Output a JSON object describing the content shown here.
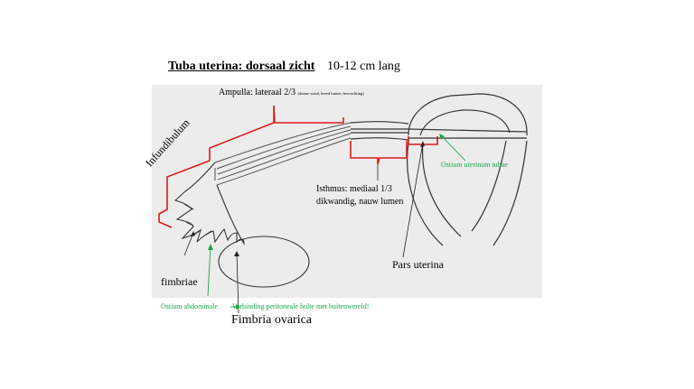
{
  "title": "Tuba uterina: dorsaal zicht",
  "subtitle": "10-12 cm lang",
  "labels": {
    "ampulla": "Ampulla: lateraal 2/3",
    "ampulla_note": "(dunne wand, breed lumen, bevruchting)",
    "infundibulum": "Infundibulum",
    "isthmus_line1": "Isthmus: mediaal 1/3",
    "isthmus_line2": "dikwandig, nauw lumen",
    "pars_uterina": "Pars uterina",
    "fimbriae": "fimbriae",
    "fimbria_ovarica": "Fimbria ovarica",
    "ostium_uterinum": "Ostium uterinum tubae",
    "ostium_abdominale": "Ostium abdominale",
    "connection_note": "Verbinding peritoneale holte met buitenwereld!"
  },
  "colors": {
    "bracket": "#e0191b",
    "pointer_green": "#1aa64a",
    "panel": "#ececec",
    "outline": "#333333"
  }
}
